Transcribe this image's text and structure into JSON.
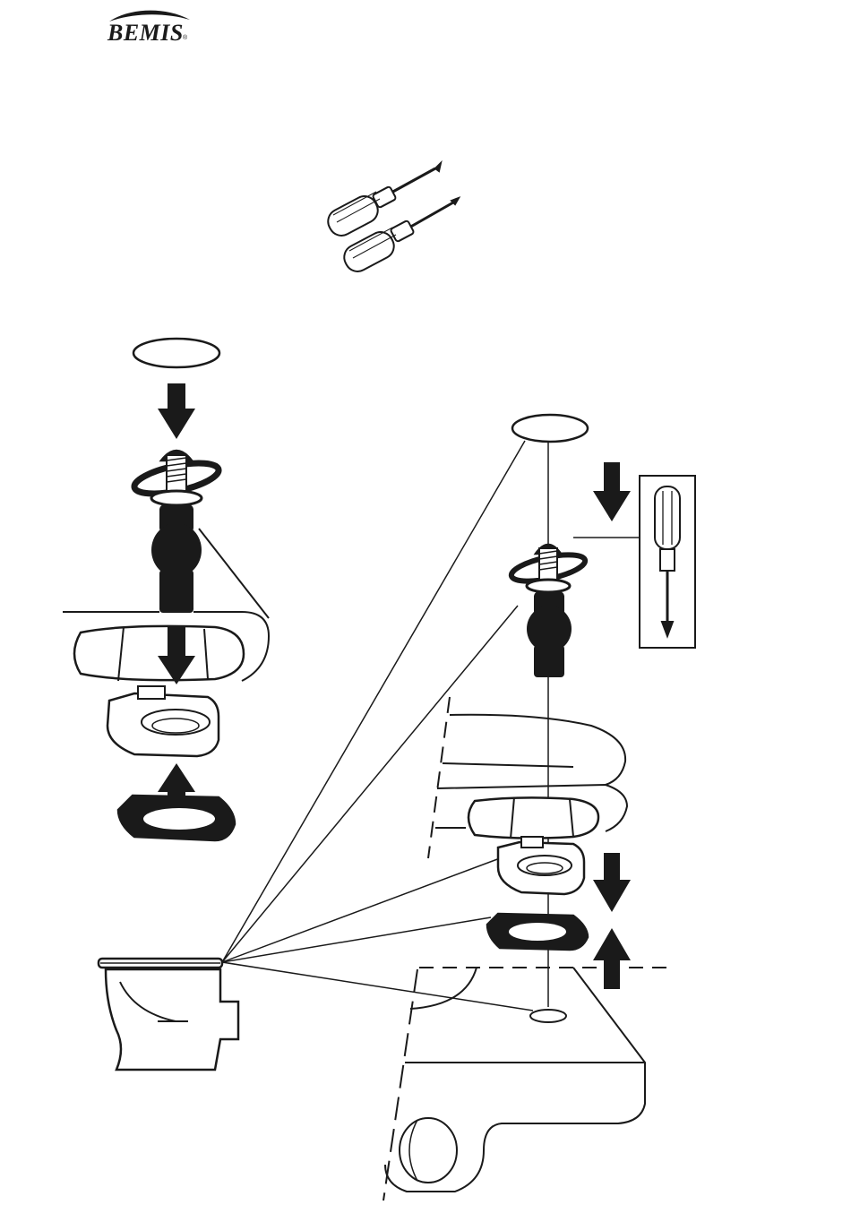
{
  "brand": {
    "name": "BEMIS",
    "registered_mark": "®"
  },
  "illustration": {
    "tools": [
      "phillips-screwdriver",
      "flathead-screwdriver"
    ],
    "steps": [
      "cap-cover",
      "hinge-bolt",
      "hinge-post",
      "hinge-base",
      "rubber-gasket"
    ]
  }
}
